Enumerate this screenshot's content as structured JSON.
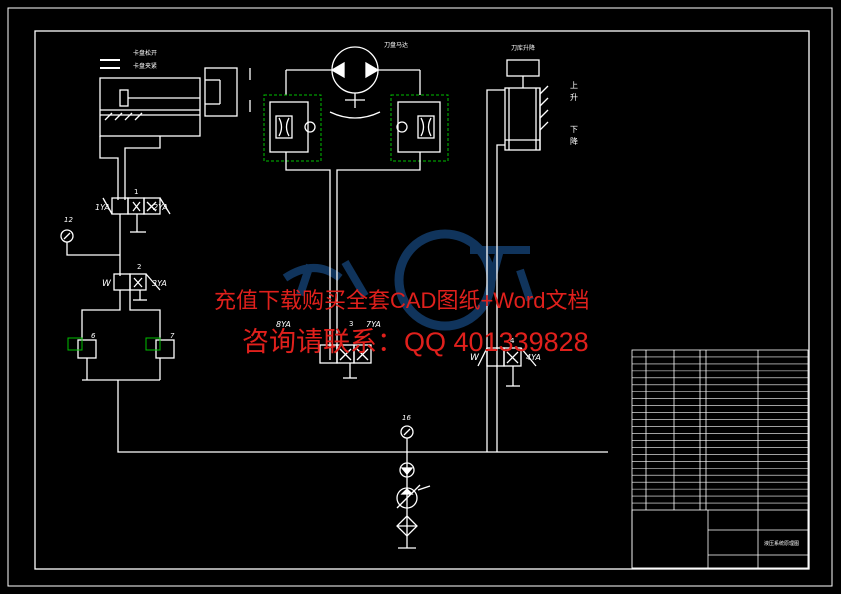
{
  "colors": {
    "background": "#000000",
    "line": "#ffffff",
    "frame": "#ffffff",
    "accent_green": "#00c000",
    "watermark": "#e0201c",
    "logo": "#1e5fa8"
  },
  "labels": {
    "motor_title": "刀盘马达",
    "cyl3_title": "刀库升降",
    "cyl3_up": "上",
    "cyl3_up2": "升",
    "cyl3_down": "下",
    "cyl3_down2": "降",
    "cyl1_line1": "卡盘松开",
    "cyl1_line2": "卡盘夹紧",
    "v1_left": "1YA",
    "v1_num": "1",
    "v1_right": "2YA",
    "v2_left": "W",
    "v2_num": "2",
    "v2_right": "3YA",
    "v3_left": "8YA",
    "v3_num": "3",
    "v3_right": "7YA",
    "v4_left": "W",
    "v4_num": "4",
    "v4_right": "4YA",
    "gauge12": "12",
    "gauge16": "16",
    "valve6": "6",
    "valve7": "7"
  },
  "watermark": {
    "line1": "充值下载购买全套CAD图纸+Word文档",
    "line2": "咨询请联系：QQ 401339828"
  },
  "title_block": {
    "parts_rows": 22,
    "drawing_name": "液压系统原理图"
  }
}
